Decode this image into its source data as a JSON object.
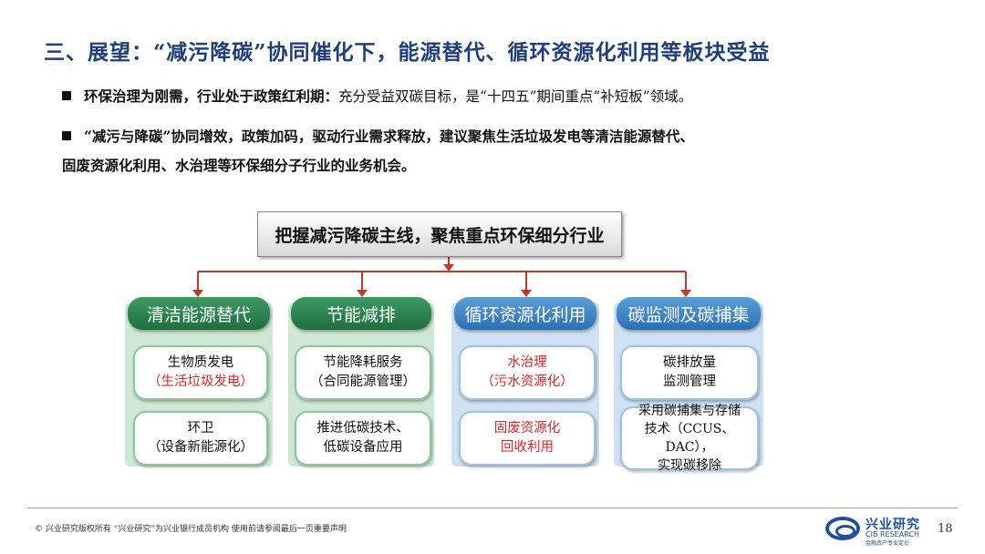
{
  "title": "三、展望：“减污降碳”协同催化下，能源替代、循环资源化利用等板块受益",
  "bullets": [
    {
      "bold": "环保治理为刚需，行业处于政策红利期：",
      "text": "充分受益双碳目标，是“十四五”期间重点“补短板”领域。"
    },
    {
      "bold": "“减污与降碳”协同增效，政策加码，驱动行业需求释放，建议聚焦生活垃圾发电等清洁能源替代、",
      "line2": "固废资源化利用、水治理等环保细分子行业的业务机会。"
    }
  ],
  "diagram": {
    "root": "把握减污降碳主线，聚焦重点环保细分行业",
    "columns": [
      {
        "header": "清洁能源替代",
        "theme": "green",
        "cards": [
          {
            "line1": "生物质发电",
            "line2": "（生活垃圾发电）",
            "line2_red": true
          },
          {
            "line1": "环卫",
            "line2": "（设备新能源化）"
          }
        ]
      },
      {
        "header": "节能减排",
        "theme": "green",
        "cards": [
          {
            "line1": "节能降耗服务",
            "line2": "（合同能源管理）"
          },
          {
            "line1": "推进低碳技术、",
            "line2": "低碳设备应用"
          }
        ]
      },
      {
        "header": "循环资源化利用",
        "theme": "blue",
        "cards": [
          {
            "line1": "水治理",
            "line2": "（污水资源化）",
            "line1_red": true,
            "line2_red": true
          },
          {
            "line1": "固废资源化",
            "line2": "回收利用",
            "line1_red": true,
            "line2_red": true
          }
        ]
      },
      {
        "header": "碳监测及碳捕集",
        "theme": "blue",
        "cards": [
          {
            "line1": "碳排放量",
            "line2": "监测管理"
          },
          {
            "line1": "采用碳捕集与存储",
            "line2": "技术（CCUS、DAC），",
            "line3": "实现碳移除"
          }
        ]
      }
    ],
    "connector_color": "#c0392b"
  },
  "footer": {
    "copyright": "©  兴业研究版权所有    “兴业研究”为兴业银行成员机构    使用前请参阅最后一页重要声明",
    "logo_cn": "兴业研究",
    "logo_en": "CIB RESEARCH",
    "logo_tag": "金融资产专业定价",
    "page": "18"
  }
}
